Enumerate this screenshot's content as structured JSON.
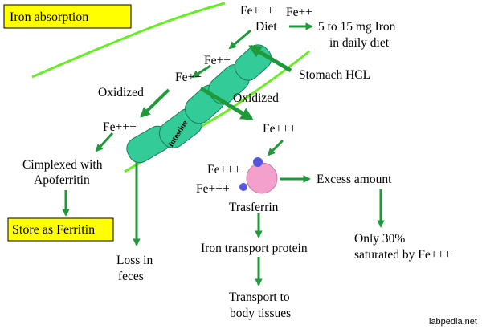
{
  "title": "Iron absorption",
  "store_label": "Store as Ferritin",
  "labels": {
    "fe_top1": "Fe+++",
    "fe_top2": "Fe++",
    "diet": "Diet",
    "daily_line1": "5 to 15 mg Iron",
    "daily_line2": "in daily diet",
    "fe_mid": "Fe++",
    "stomach": "Stomach HCL",
    "fe_left": "Fe++",
    "oxidized_left": "Oxidized",
    "oxidized_right": "Oxidized",
    "intestine": "Intestine",
    "fe3_left": "Fe+++",
    "fe3_right": "Fe+++",
    "complexed_line1": "Cimplexed with",
    "complexed_line2": "Apoferritin",
    "fe3_bound_upper": "Fe+++",
    "fe3_bound_lower": "Fe+++",
    "transferrin": "Trasferrin",
    "excess": "Excess amount",
    "saturated_line1": "Only 30%",
    "saturated_line2": "saturated by Fe+++",
    "transport_protein": "Iron transport protein",
    "loss_line1": "Loss in",
    "loss_line2": "feces",
    "tissues_line1": "Transport to",
    "tissues_line2": "body tissues",
    "watermark": "labpedia.net"
  },
  "colors": {
    "arrow": "#1f9a3a",
    "boundary": "#66ee22",
    "intestine_fill": "#33cc99",
    "intestine_stroke": "#1a7a55",
    "label_bg": "#ffff00",
    "transferrin": "#f3a0cc",
    "iron_dot": "#5555dd"
  }
}
